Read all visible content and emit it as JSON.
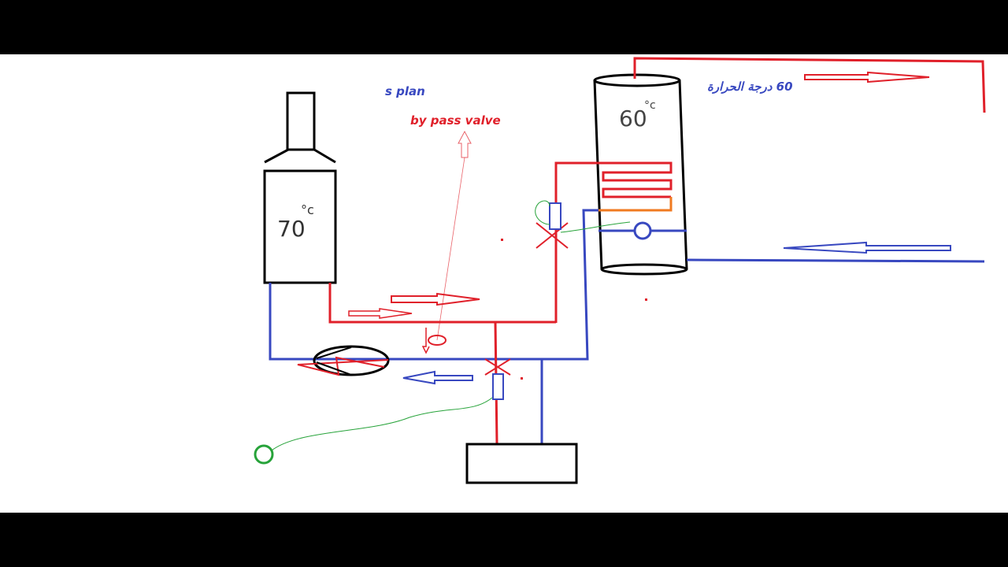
{
  "labels": {
    "s_plan": "s plan",
    "bypass_valve": "by pass valve",
    "temp_arabic": "60 درجة الحرارة",
    "boiler_temp": "70",
    "boiler_deg": "°c",
    "cylinder_temp": "60",
    "cylinder_deg": "°c"
  },
  "colors": {
    "flow": "#e0202a",
    "return": "#3848c0",
    "outline": "#000000",
    "coil_outlet": "#f07a20",
    "sensor_wire": "#27a33a"
  }
}
